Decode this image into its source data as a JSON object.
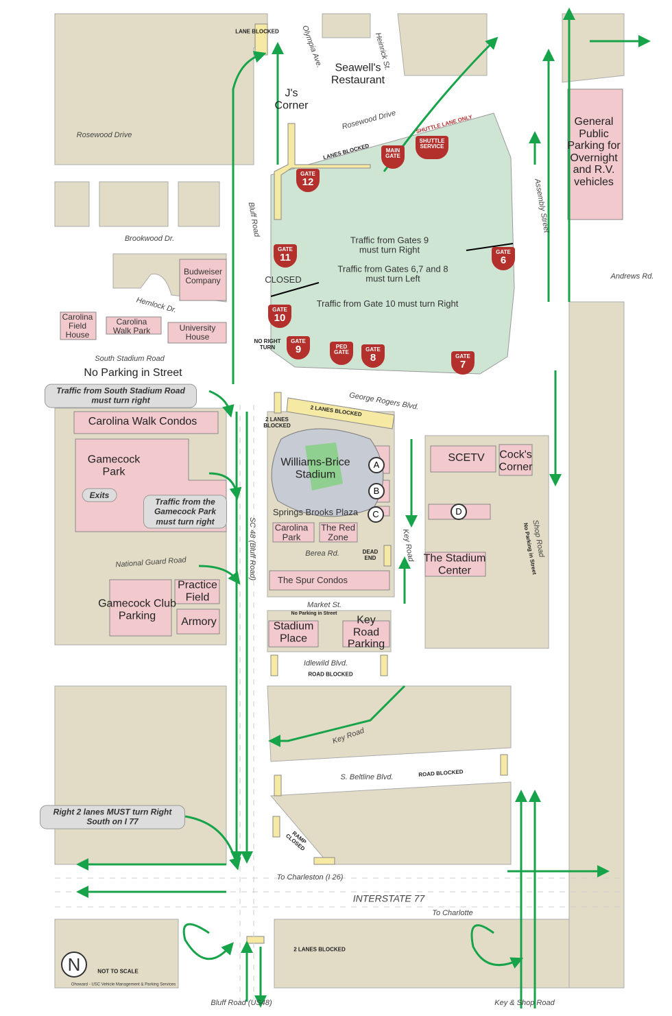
{
  "colors": {
    "block": "#e2dcc6",
    "building": "#f2c9cc",
    "lot": "#cfe5d4",
    "gate": "#b3302c",
    "arrow": "#17a34a",
    "blocked": "#f6e9a4"
  },
  "streets": {
    "rosewood_w": "Rosewood Drive",
    "rosewood_e": "Rosewood Drive",
    "olympia": "Olympia Ave.",
    "heinrick": "Heinrick St.",
    "brookwood": "Brookwood Dr.",
    "hemlock": "Hemlock Dr.",
    "assembly": "Assembly Street",
    "bluff_top": "Bluff Road",
    "andrews": "Andrews Rd.",
    "south_stadium": "South Stadium Road",
    "george_rogers": "George Rogers Blvd.",
    "sc48": "SC 48 (Bluff Road)",
    "key_road": "Key Road",
    "shop_road": "Shop Road",
    "national_guard": "National Guard Road",
    "berea": "Berea Rd.",
    "market": "Market St.",
    "idlewild": "Idlewild Blvd.",
    "key_road_s": "Key Road",
    "beltline": "S. Beltline Blvd.",
    "i77": "INTERSTATE 77",
    "to_charleston": "To Charleston (I 26)",
    "to_charlotte": "To Charlotte",
    "bluff_bottom": "Bluff Road (US48)",
    "key_shop": "Key & Shop Road"
  },
  "places": {
    "seawells": "Seawell's Restaurant",
    "js_corner": "J's Corner",
    "general_parking": "General Public Parking for Overnight and R.V. vehicles",
    "budweiser": "Budweiser Company",
    "field_house": "Carolina Field House",
    "walk_park": "Carolina Walk Park",
    "university_house": "University House",
    "walk_condos": "Carolina Walk Condos",
    "gamecock_park": "Gamecock Park",
    "stadium": "Williams-Brice Stadium",
    "scetv": "SCETV",
    "cocks_corner": "Cock's Corner",
    "springs_brooks": "Springs Brooks Plaza",
    "carolina_park": "Carolina Park",
    "red_zone": "The Red Zone",
    "stadium_center": "The Stadium Center",
    "spur_condos": "The Spur Condos",
    "practice_field": "Practice Field",
    "club_parking": "Gamecock Club Parking",
    "armory": "Armory",
    "stadium_place": "Stadium Place",
    "key_road_parking": "Key Road Parking"
  },
  "gates": [
    {
      "label": "GATE",
      "num": "12"
    },
    {
      "label": "GATE",
      "num": "11"
    },
    {
      "label": "GATE",
      "num": "10"
    },
    {
      "label": "GATE",
      "num": "9"
    },
    {
      "label": "PED GATE",
      "num": ""
    },
    {
      "label": "GATE",
      "num": "8"
    },
    {
      "label": "GATE",
      "num": "7"
    },
    {
      "label": "GATE",
      "num": "6"
    },
    {
      "label": "MAIN GATE",
      "num": ""
    },
    {
      "label": "SHUTTLE SERVICE",
      "num": ""
    }
  ],
  "markers": [
    "A",
    "B",
    "C",
    "D"
  ],
  "notices": {
    "lane_blocked": "LANE BLOCKED",
    "shuttle_lane": "SHUTTLE LANE ONLY",
    "lanes_blocked": "LANES BLOCKED",
    "gates9": "Traffic from Gates 9 must turn Right",
    "gates678": "Traffic from Gates 6,7 and 8 must turn Left",
    "gate10": "Traffic from Gate 10 must turn Right",
    "closed": "CLOSED",
    "no_right_turn": "NO RIGHT TURN",
    "no_parking": "No Parking in Street",
    "south_stadium_turn": "Traffic from South Stadium Road must turn right",
    "two_lanes_1": "2 LANES BLOCKED",
    "two_lanes_2": "2 LANES BLOCKED",
    "exits": "Exits",
    "gamecock_turn": "Traffic from the Gamecock Park must turn right",
    "dead_end": "DEAD END",
    "shop_no_parking": "No Parking in Street",
    "market_no_parking": "No Parking in Street",
    "road_blocked_1": "ROAD BLOCKED",
    "road_blocked_2": "ROAD BLOCKED",
    "i77_turn": "Right 2 lanes MUST turn Right South on I 77",
    "ramp_closed": "RAMP CLOSED",
    "two_lanes_3": "2 LANES BLOCKED"
  },
  "legend": {
    "north": "N",
    "scale": "NOT TO SCALE",
    "credit": "Ohoward - USC Vehicle Management & Parking Services"
  }
}
